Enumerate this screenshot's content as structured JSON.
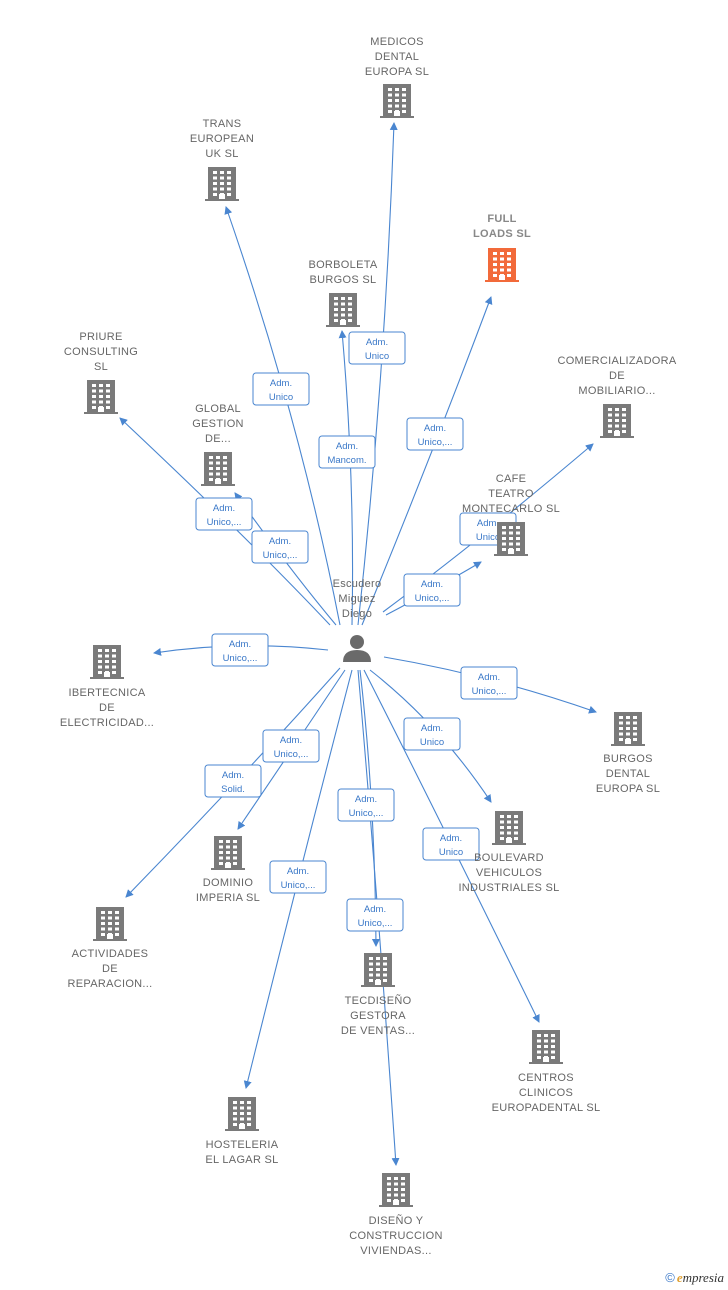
{
  "center": {
    "name": [
      "Escudero",
      "Miguez",
      "Diego"
    ]
  },
  "companies": [
    {
      "id": "medicos",
      "label": [
        "MEDICOS",
        "DENTAL",
        "EUROPA SL"
      ],
      "highlight": false
    },
    {
      "id": "trans",
      "label": [
        "TRANS",
        "EUROPEAN",
        "UK  SL"
      ],
      "highlight": false
    },
    {
      "id": "fullloads",
      "label": [
        "FULL",
        "LOADS  SL"
      ],
      "highlight": true
    },
    {
      "id": "borboleta",
      "label": [
        "BORBOLETA",
        "BURGOS  SL"
      ],
      "highlight": false
    },
    {
      "id": "priure",
      "label": [
        "PRIURE",
        "CONSULTING",
        "SL"
      ],
      "highlight": false
    },
    {
      "id": "comercial",
      "label": [
        "COMERCIALIZADORA",
        "DE",
        "MOBILIARIO..."
      ],
      "highlight": false
    },
    {
      "id": "global",
      "label": [
        "GLOBAL",
        "GESTION",
        "DE..."
      ],
      "highlight": false
    },
    {
      "id": "cafe",
      "label": [
        "CAFE",
        "TEATRO",
        "MONTECARLO SL"
      ],
      "highlight": false
    },
    {
      "id": "ibertecnica",
      "label": [
        "IBERTECNICA",
        "DE",
        "ELECTRICIDAD..."
      ],
      "highlight": false
    },
    {
      "id": "burgos",
      "label": [
        "BURGOS",
        "DENTAL",
        "EUROPA SL"
      ],
      "highlight": false
    },
    {
      "id": "boulevard",
      "label": [
        "BOULEVARD",
        "VEHICULOS",
        "INDUSTRIALES SL"
      ],
      "highlight": false
    },
    {
      "id": "dominio",
      "label": [
        "DOMINIO",
        "IMPERIA SL"
      ],
      "highlight": false
    },
    {
      "id": "actividades",
      "label": [
        "ACTIVIDADES",
        "DE",
        "REPARACION..."
      ],
      "highlight": false
    },
    {
      "id": "tecdiseno",
      "label": [
        "TECDISEÑO",
        "GESTORA",
        "DE VENTAS..."
      ],
      "highlight": false
    },
    {
      "id": "centros",
      "label": [
        "CENTROS",
        "CLINICOS",
        "EUROPADENTAL SL"
      ],
      "highlight": false
    },
    {
      "id": "hosteleria",
      "label": [
        "HOSTELERIA",
        "EL LAGAR  SL"
      ],
      "highlight": false
    },
    {
      "id": "diseno",
      "label": [
        "DISEÑO Y",
        "CONSTRUCCION",
        "VIVIENDAS..."
      ],
      "highlight": false
    }
  ],
  "relations": [
    {
      "to": "medicos",
      "label": [
        "Adm.",
        "Unico"
      ]
    },
    {
      "to": "trans",
      "label": [
        "Adm.",
        "Unico"
      ]
    },
    {
      "to": "fullloads",
      "label": [
        "Adm.",
        "Unico,..."
      ]
    },
    {
      "to": "borboleta",
      "label": [
        "Adm.",
        "Mancom."
      ]
    },
    {
      "to": "priure",
      "label": [
        "Adm.",
        "Unico,..."
      ]
    },
    {
      "to": "global",
      "label": [
        "Adm.",
        "Unico,..."
      ]
    },
    {
      "to": "comercial",
      "label": [
        "Adm.",
        "Unico"
      ]
    },
    {
      "to": "cafe",
      "label": [
        "Adm.",
        "Unico,..."
      ]
    },
    {
      "to": "ibertecnica",
      "label": [
        "Adm.",
        "Unico,..."
      ]
    },
    {
      "to": "burgos",
      "label": [
        "Adm.",
        "Unico,..."
      ]
    },
    {
      "to": "boulevard",
      "label": [
        "Adm.",
        "Unico"
      ]
    },
    {
      "to": "dominio",
      "label": [
        "Adm.",
        "Unico,..."
      ]
    },
    {
      "to": "actividades",
      "label": [
        "Adm.",
        "Solid."
      ]
    },
    {
      "to": "tecdiseno",
      "label": [
        "Adm.",
        "Unico,..."
      ]
    },
    {
      "to": "centros",
      "label": [
        "Adm.",
        "Unico"
      ]
    },
    {
      "to": "hosteleria",
      "label": [
        "Adm.",
        "Unico,..."
      ]
    },
    {
      "to": "diseno",
      "label": [
        "Adm.",
        "Unico,..."
      ]
    }
  ],
  "footer": {
    "copyright": "©",
    "brand_first": "e",
    "brand_rest": "mpresia"
  },
  "colors": {
    "edge": "#4a86d0",
    "node": "#7a7a7a",
    "highlight": "#f26a3a"
  }
}
